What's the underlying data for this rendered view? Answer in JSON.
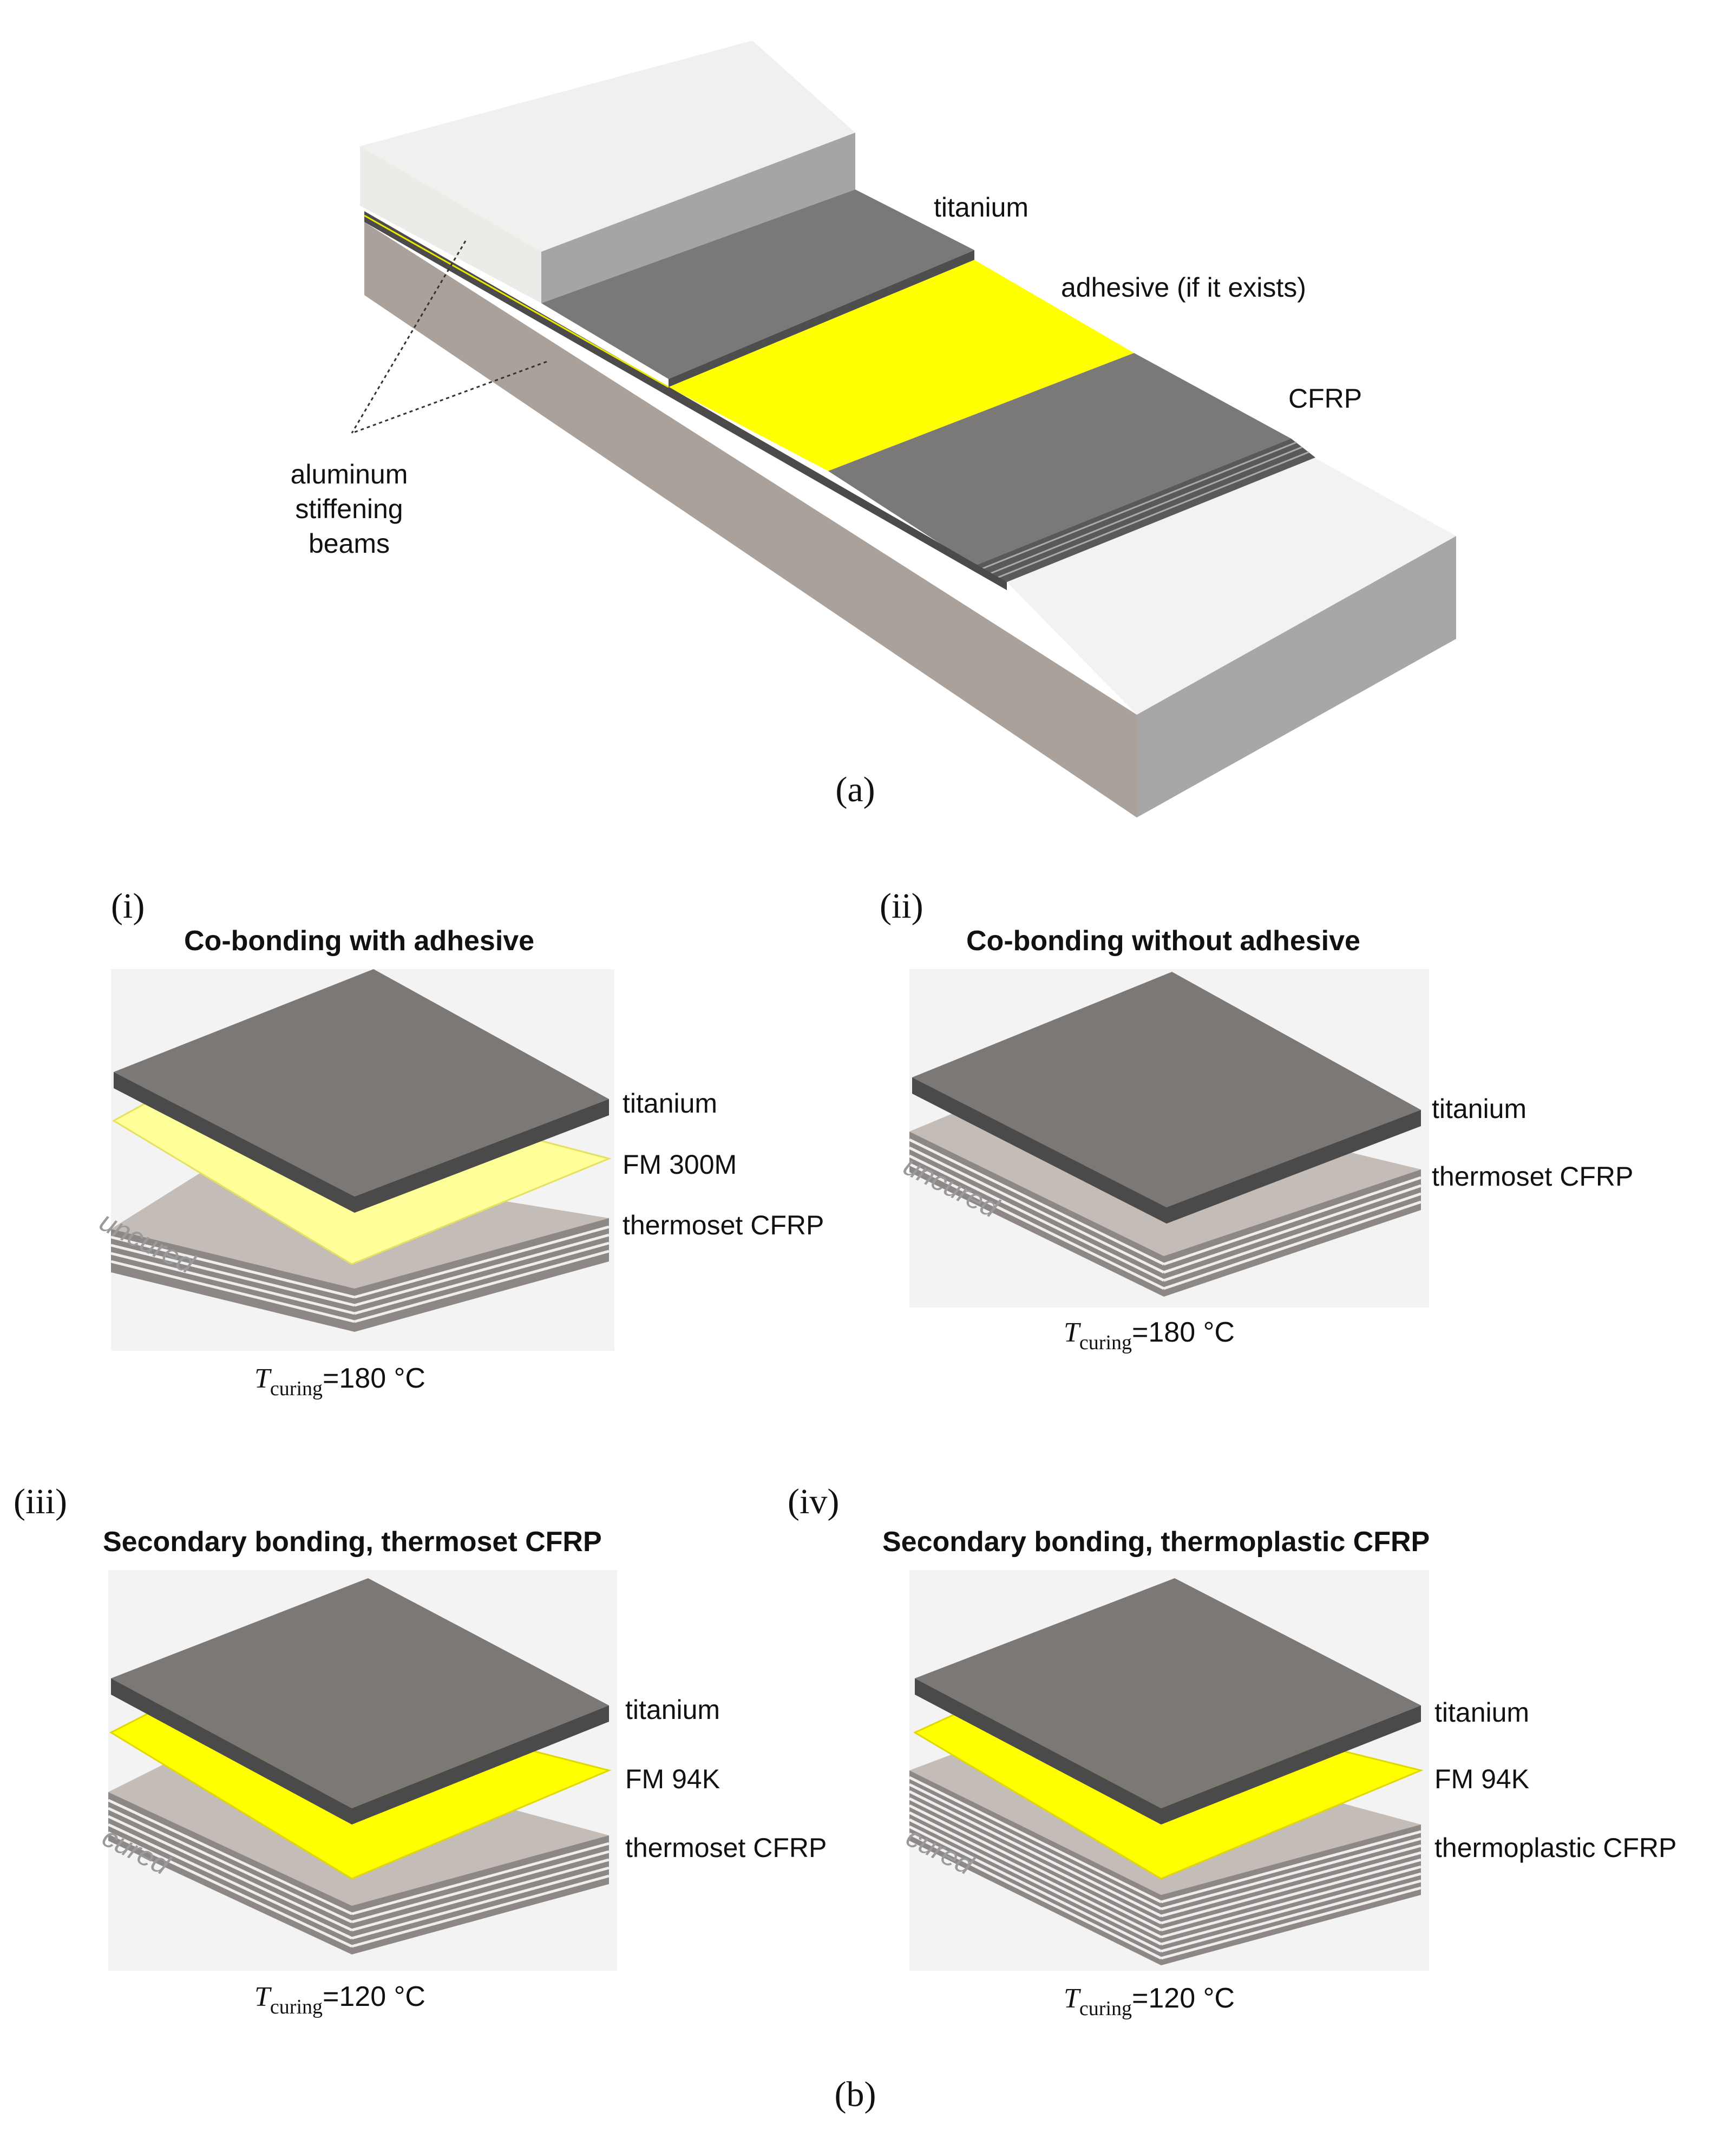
{
  "part_a": {
    "caption": "(a)",
    "labels": {
      "titanium": "titanium",
      "adhesive": "adhesive (if it exists)",
      "cfrp": "CFRP",
      "aluminum_1": "aluminum",
      "aluminum_2": "stiffening",
      "aluminum_3": "beams"
    }
  },
  "part_b": {
    "caption": "(b)",
    "panels": [
      {
        "roman": "(i)",
        "title": "Co-bonding with adhesive",
        "layers": [
          "titanium",
          "FM 300M",
          "thermoset CFRP"
        ],
        "state": "uncured",
        "temp_symbol": "T",
        "temp_sub": "curing",
        "temp_value": "=180 °C",
        "adhesive_color": "#ffff99"
      },
      {
        "roman": "(ii)",
        "title": "Co-bonding without adhesive",
        "layers": [
          "titanium",
          "thermoset CFRP"
        ],
        "state": "uncured",
        "temp_symbol": "T",
        "temp_sub": "curing",
        "temp_value": "=180 °C"
      },
      {
        "roman": "(iii)",
        "title": "Secondary bonding, thermoset CFRP",
        "layers": [
          "titanium",
          "FM 94K",
          "thermoset CFRP"
        ],
        "state": "cured",
        "temp_symbol": "T",
        "temp_sub": "curing",
        "temp_value": "=120 °C",
        "adhesive_color": "#ffff00"
      },
      {
        "roman": "(iv)",
        "title": "Secondary bonding, thermoplastic CFRP",
        "layers": [
          "titanium",
          "FM 94K",
          "thermoplastic CFRP"
        ],
        "state": "cured",
        "temp_symbol": "T",
        "temp_sub": "curing",
        "temp_value": "=120 °C",
        "adhesive_color": "#ffff00"
      }
    ]
  },
  "colors": {
    "titanium_top": "#7b7876",
    "titanium_edge": "#4a4a4a",
    "cfrp_top": "#c4bcb7",
    "cfrp_edge": "#8d8886",
    "aluminum_top": "#f3f2f0",
    "aluminum_side": "#aaa19a",
    "adhesive": "#ffff00"
  }
}
